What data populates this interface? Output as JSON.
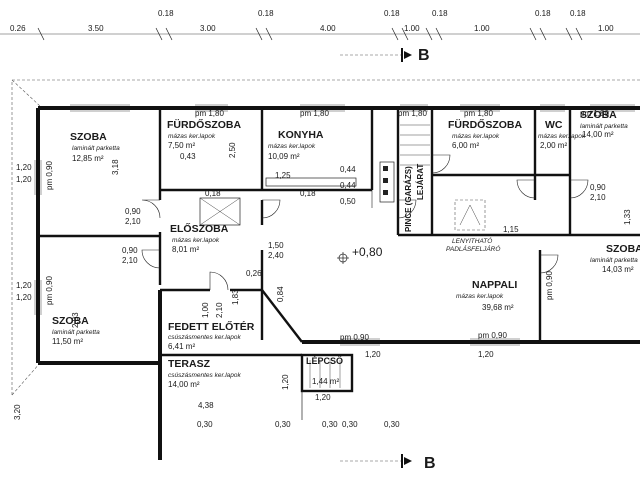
{
  "top_dims": [
    "0.26",
    "3.50",
    "0.18",
    "3.00",
    "0.18",
    "4.00",
    "0.18",
    "1.00",
    "0.18",
    "1.00",
    "0.18",
    "0.18",
    "1.00"
  ],
  "section_marker": "B",
  "rooms": {
    "szoba1": {
      "name": "SZOBA",
      "floor": "laminált parketta",
      "area": "12,85 m²"
    },
    "furdo1": {
      "name": "FÜRDŐSZOBA",
      "floor": "mázas ker.lapok",
      "area": "7,50 m²"
    },
    "konyha": {
      "name": "KONYHA",
      "floor": "mázas ker.lapok",
      "area": "10,09 m²"
    },
    "pince": {
      "name": "PINCE (GARÁZS)",
      "sub": "LEJÁRAT"
    },
    "furdo2": {
      "name": "FÜRDŐSZOBA",
      "floor": "mázas ker.lapok",
      "area": "6,00 m²"
    },
    "wc": {
      "name": "WC",
      "floor": "mázas ker.lapok",
      "area": "2,00 m²"
    },
    "szoba_tr": {
      "name": "SZOBA",
      "floor": "laminált parketta",
      "area": "14,00 m²"
    },
    "eloszoba": {
      "name": "ELŐSZOBA",
      "floor": "mázas ker.lapok",
      "area": "8,01 m²"
    },
    "szoba2": {
      "name": "SZOBA",
      "floor": "laminált parketta",
      "area": "11,50 m²"
    },
    "fedett": {
      "name": "FEDETT ELŐTÉR",
      "floor": "csúszásmentes ker.lapok",
      "area": "6,41 m²"
    },
    "terasz": {
      "name": "TERASZ",
      "floor": "csúszásmentes ker.lapok",
      "area": "14,00 m²"
    },
    "lepcso": {
      "name": "LÉPCSŐ",
      "area": "1,44 m²"
    },
    "nappali": {
      "name": "NAPPALI",
      "floor": "mázas ker.lapok",
      "area": "39,68 m²"
    },
    "szoba_r": {
      "name": "SZOBA",
      "floor": "laminált parketta",
      "area": "14,03 m²"
    }
  },
  "labels": {
    "level": "+0,80",
    "lenyithato": "LENYITHATÓ",
    "padlas": "PADLÁSFELJÁRÓ"
  }
}
